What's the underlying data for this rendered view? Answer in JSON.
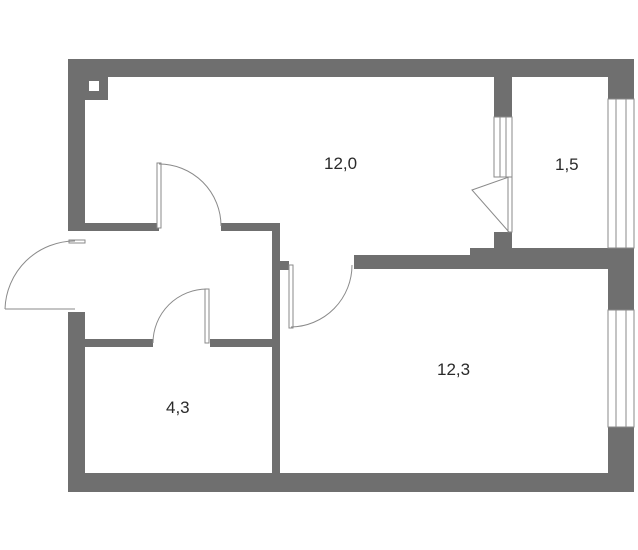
{
  "rooms": [
    {
      "key": "main-room",
      "area": "12,0"
    },
    {
      "key": "balcony",
      "area": "1,5"
    },
    {
      "key": "bedroom",
      "area": "12,3"
    },
    {
      "key": "bathroom",
      "area": "4,3"
    }
  ],
  "colors": {
    "wall": "#6f6f6f",
    "background": "#ffffff",
    "line": "#8a8a8a",
    "text": "#2a2a2a"
  }
}
